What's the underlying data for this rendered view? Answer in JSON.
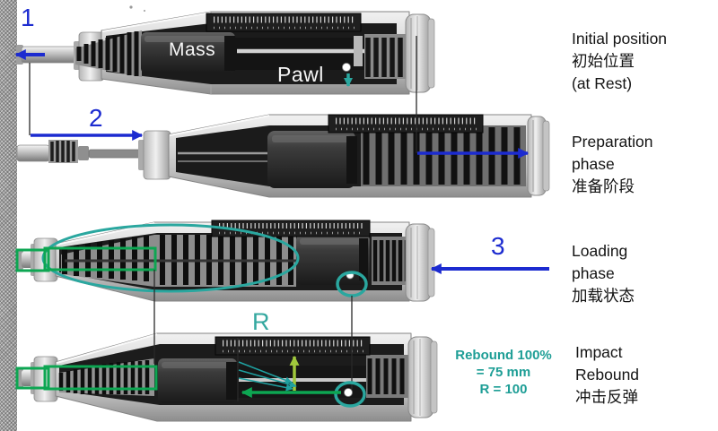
{
  "colors": {
    "arrow_blue": "#1c2bd0",
    "highlight_teal": "#2aa79f",
    "note_teal": "#1e9e96",
    "highlight_green": "#0da652",
    "rebound_lime": "#a0c83c"
  },
  "callouts": {
    "step_1": "1",
    "step_2": "2",
    "step_3": "3",
    "mass": "Mass",
    "pawl": "Pawl",
    "rebound_r": "R",
    "rebound_note": [
      "Rebound 100%",
      "= 75 mm",
      "R = 100"
    ]
  },
  "stages": [
    {
      "lines": [
        "Initial position",
        "初始位置",
        "(at Rest)"
      ]
    },
    {
      "lines": [
        "Preparation",
        "phase",
        "准备阶段"
      ]
    },
    {
      "lines": [
        "Loading",
        "phase",
        "加载状态"
      ]
    },
    {
      "lines": [
        "Impact",
        "Rebound",
        "冲击反弹"
      ]
    }
  ]
}
